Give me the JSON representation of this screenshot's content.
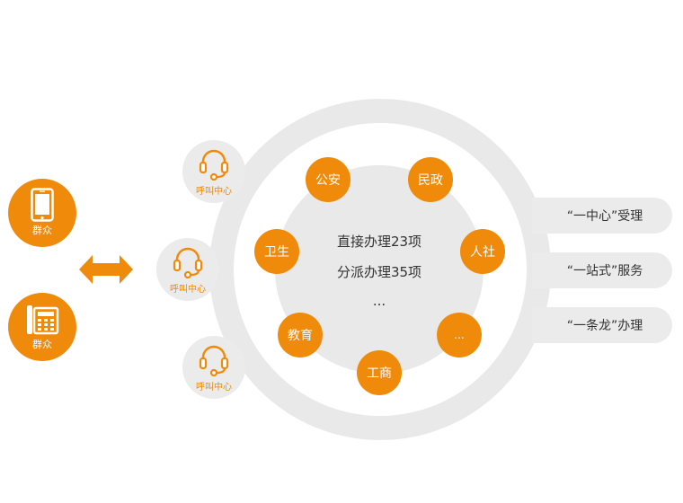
{
  "colors": {
    "accent": "#f08a0a",
    "ring": "#e9e9e9",
    "text": "#333333"
  },
  "users": [
    {
      "label": "群众",
      "icon": "mobile-phone-icon"
    },
    {
      "label": "群众",
      "icon": "landline-phone-icon"
    }
  ],
  "connector_icon": "double-arrow-icon",
  "call_centers": [
    {
      "label": "呼叫中心",
      "icon": "headset-icon"
    },
    {
      "label": "呼叫中心",
      "icon": "headset-icon"
    },
    {
      "label": "呼叫中心",
      "icon": "headset-icon"
    }
  ],
  "departments": [
    "公安",
    "民政",
    "卫生",
    "人社",
    "教育",
    "...",
    "工商"
  ],
  "center": {
    "line1": "直接办理23项",
    "line2": "分派办理35项",
    "line3": "..."
  },
  "features": [
    "“一中心”受理",
    "“一站式”服务",
    "“一条龙”办理"
  ]
}
